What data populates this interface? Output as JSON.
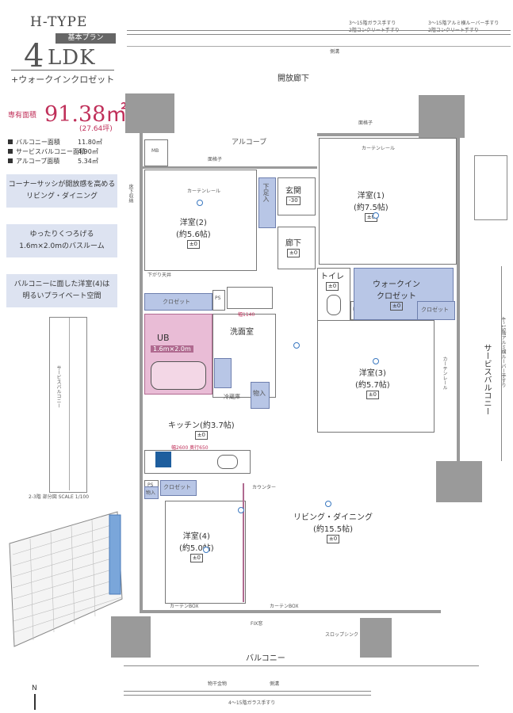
{
  "header": {
    "type_label": "H-TYPE",
    "plan_badge": "基本プラン",
    "ldk_number": "4",
    "ldk_letters": "LDK",
    "ldk_sub": "+ウォークインクロゼット",
    "area_label": "専有面積",
    "area_value": "91.38㎡",
    "area_tsubo": "(27.64坪)"
  },
  "specs": [
    {
      "label": "バルコニー面積",
      "value": "11.80㎡"
    },
    {
      "label": "サービスバルコニー面積",
      "value": "4.90㎡"
    },
    {
      "label": "アルコーブ面積",
      "value": "5.34㎡"
    }
  ],
  "callouts": [
    {
      "line1": "コーナーサッシが開放感を高める",
      "line2": "リビング・ダイニング"
    },
    {
      "line1": "ゆったりくつろげる",
      "line2": "1.6m×2.0mのバスルーム"
    },
    {
      "line1": "バルコニーに面した洋室(4)は",
      "line2": "明るいプライベート空間"
    }
  ],
  "side_plan": {
    "service_balcony": "サービスバルコニー",
    "scale_note": "2-3階 部分図 SCALE 1/100"
  },
  "plan": {
    "open_corridor": "開放廊下",
    "top_note_1": "3～15階ガラス手すり",
    "top_note_2": "2階コンクリート手すり",
    "top_note_3": "3～15階アルミ横ルーバー手すり",
    "top_note_4": "2階コンクリート手すり",
    "gutter": "側溝",
    "alcove": "アルコーブ",
    "mb": "MB",
    "lattice": "面格子",
    "curtain_rail": "カーテンレール",
    "floor_storage": "床下収納",
    "shoe_storage": "下足入",
    "entrance": "玄関",
    "entrance_level": "-30",
    "hall": "廊下",
    "closet": "クロゼット",
    "ps": "PS",
    "washroom": "洗面室",
    "ub": "UB",
    "ub_size": "1.6m×2.0m",
    "toilet": "トイレ",
    "walkin_1": "ウォークイン",
    "walkin_2": "クロゼット",
    "fridge": "冷蔵庫",
    "storage": "物入",
    "kitchen": "キッチン(約3.7帖)",
    "kitchen_dims": "幅2600 奥行650",
    "counter": "カウンター",
    "width_note": "幅1140",
    "ld": "リビング・ダイニング",
    "ld_size": "(約15.5帖)",
    "room1": "洋室(1)",
    "room1_size": "(約7.5帖)",
    "room2": "洋室(2)",
    "room2_size": "(約5.6帖)",
    "room3": "洋室(3)",
    "room3_size": "(約5.7帖)",
    "room4": "洋室(4)",
    "room4_size": "(約5.0帖)",
    "level0": "±0",
    "service_balcony": "サービスバルコニー",
    "service_rail": "4～15階アルミ横ルーバー手すり",
    "balcony": "バルコニー",
    "balcony_rail": "4～15階ガラス手すり",
    "drying": "物干金物",
    "fix_window": "FIX窓",
    "slope_sink": "スロップシンク",
    "curtain_box": "カーテンBOX",
    "hanger": "下がり天井",
    "north": "N"
  }
}
